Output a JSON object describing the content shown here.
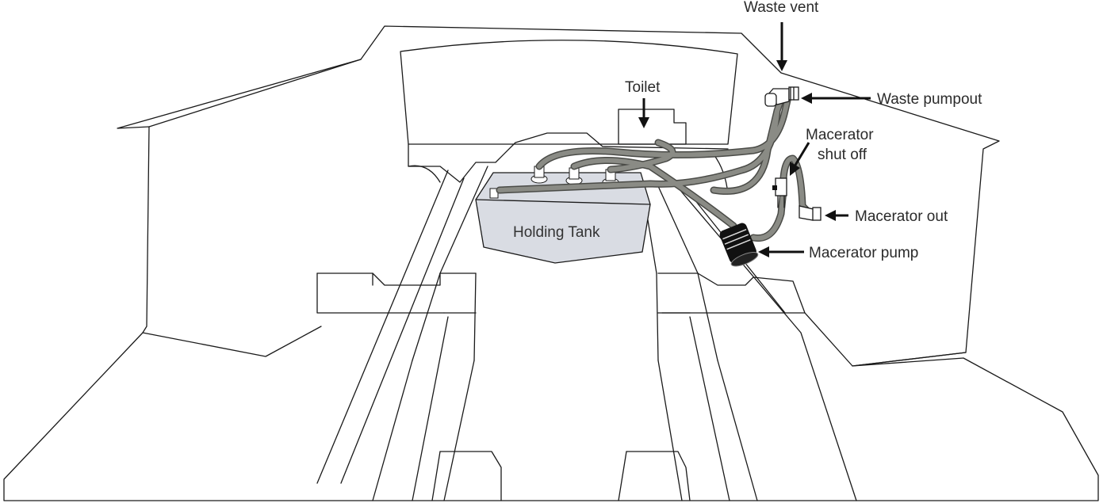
{
  "labels": {
    "waste_vent": "Waste vent",
    "toilet": "Toilet",
    "waste_pumpout": "Waste pumpout",
    "macerator_shutoff_line1": "Macerator",
    "macerator_shutoff_line2": "shut off",
    "macerator_out": "Macerator out",
    "macerator_pump": "Macerator pump",
    "holding_tank": "Holding Tank"
  },
  "colors": {
    "hose": "#8a8b85",
    "hose_outline": "#4a4b47",
    "tank_fill": "#d9dce3",
    "pump_body": "#111111"
  }
}
